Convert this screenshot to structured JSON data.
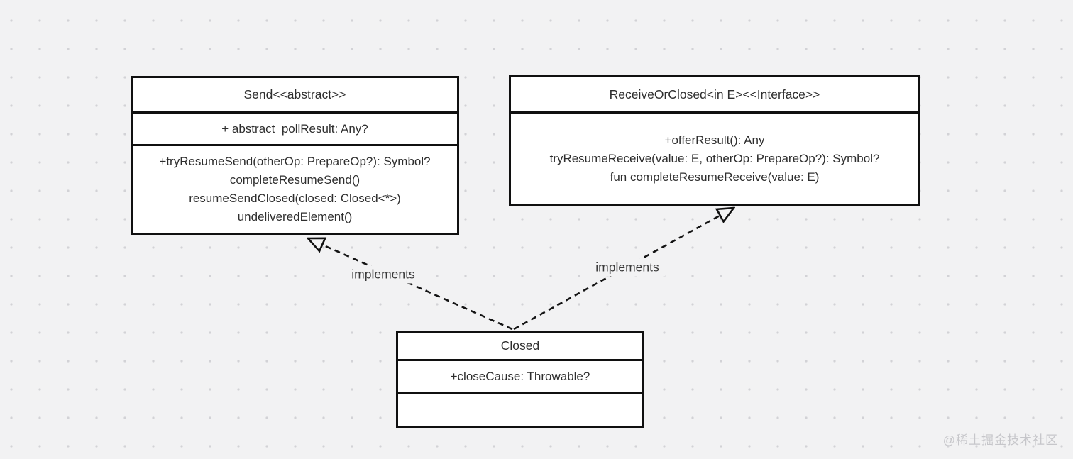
{
  "diagram": {
    "classes": {
      "send": {
        "title": "Send<<abstract>>",
        "attributes": [
          "+ abstract  pollResult: Any?"
        ],
        "methods": [
          "+tryResumeSend(otherOp: PrepareOp?): Symbol?",
          "completeResumeSend()",
          "resumeSendClosed(closed: Closed<*>)",
          "undeliveredElement()"
        ]
      },
      "receiveOrClosed": {
        "title": "ReceiveOrClosed<in E><<Interface>>",
        "methods": [
          "+offerResult(): Any",
          "tryResumeReceive(value: E, otherOp: PrepareOp?): Symbol?",
          "fun completeResumeReceive(value: E)"
        ]
      },
      "closed": {
        "title": "Closed",
        "attributes": [
          "+closeCause: Throwable?"
        ],
        "methods": []
      }
    },
    "relations": [
      {
        "label": "implements",
        "from": "Closed",
        "to": "Send<<abstract>>",
        "type": "realization"
      },
      {
        "label": "implements",
        "from": "Closed",
        "to": "ReceiveOrClosed<in E><<Interface>>",
        "type": "realization"
      }
    ],
    "colors": {
      "background": "#f2f2f3",
      "box_fill": "#ffffff",
      "stroke": "#101010",
      "dot_grid": "#d2d2d6",
      "watermark": "#c6c6ca"
    }
  },
  "watermark": {
    "text": "@稀土掘金技术社区"
  }
}
